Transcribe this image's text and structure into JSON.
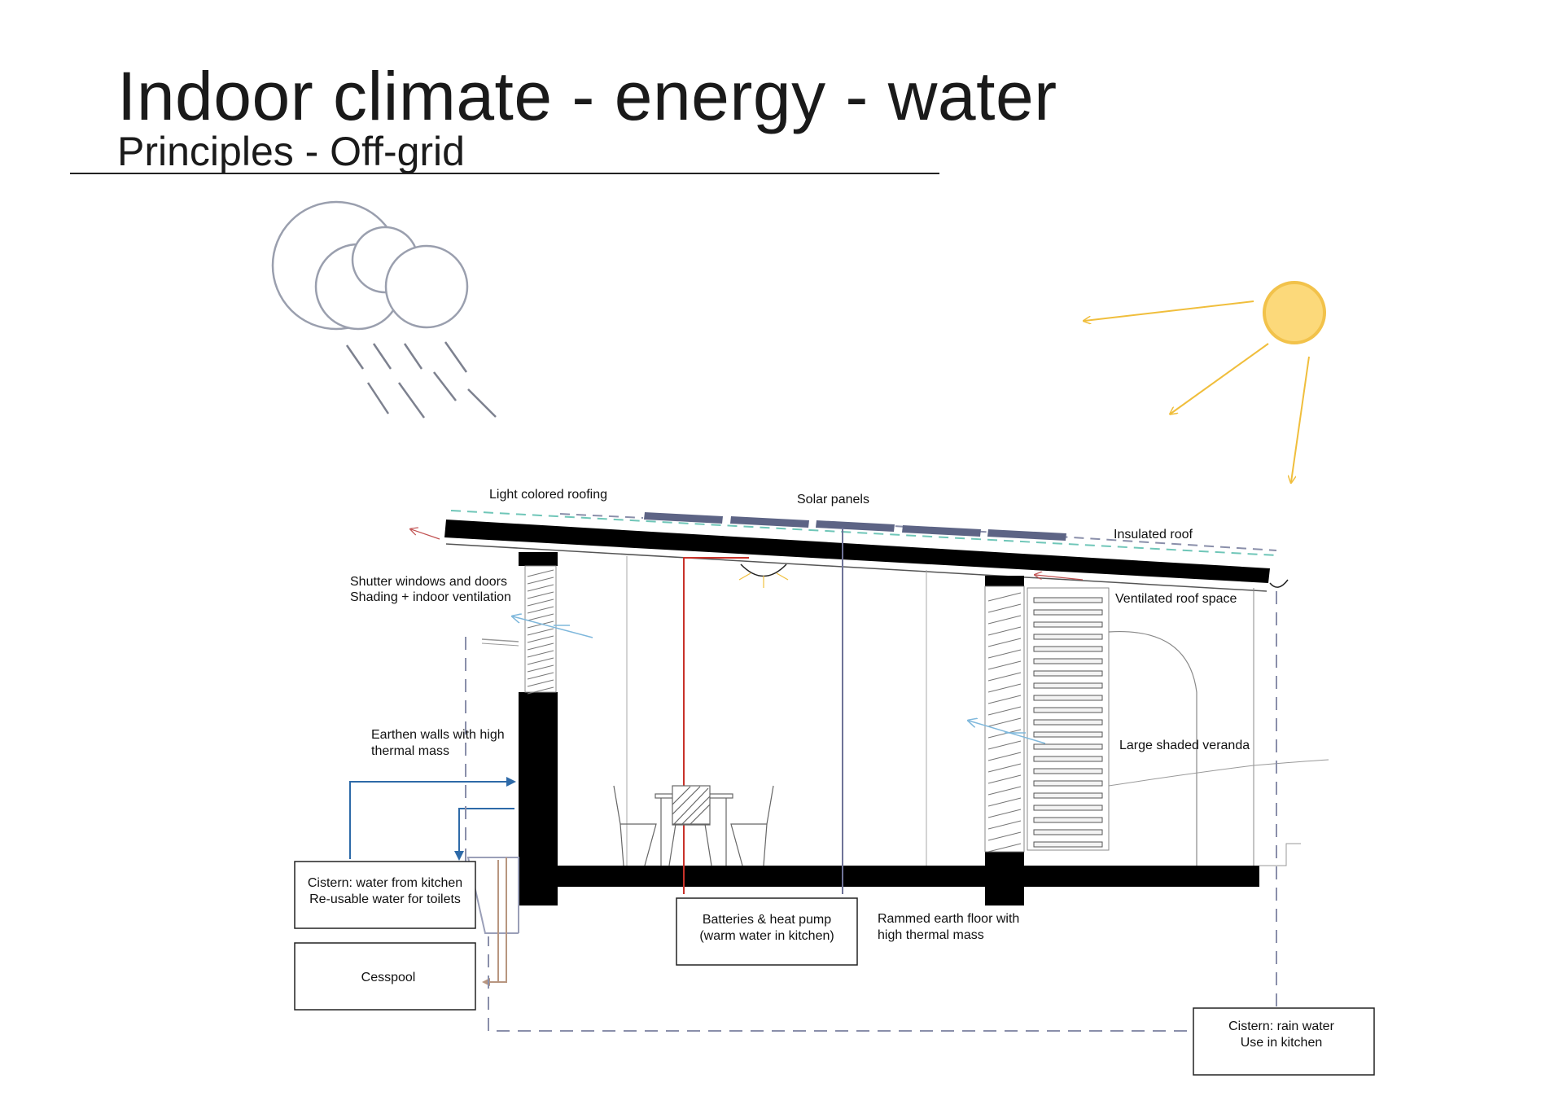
{
  "title": "Indoor climate - energy - water",
  "subtitle": "Principles - Off-grid",
  "labels": {
    "light_roofing": "Light colored roofing",
    "solar_panels": "Solar panels",
    "insulated_roof": "Insulated roof",
    "shutter_line1": "Shutter windows and doors",
    "shutter_line2": "Shading + indoor ventilation",
    "ventilated_roof": "Ventilated roof space",
    "earthen_line1": "Earthen walls with high",
    "earthen_line2": "thermal mass",
    "veranda": "Large shaded veranda",
    "rammed_line1": "Rammed earth floor with",
    "rammed_line2": "high thermal mass"
  },
  "boxes": {
    "cistern_kitchen_line1": "Cistern: water from kitchen",
    "cistern_kitchen_line2": "Re-usable water for toilets",
    "cesspool": "Cesspool",
    "batteries_line1": "Batteries & heat pump",
    "batteries_line2": "(warm water in kitchen)",
    "cistern_rain_line1": "Cistern: rain water",
    "cistern_rain_line2": "Use in kitchen"
  },
  "colors": {
    "sun_fill": "#fcd97a",
    "sun_stroke": "#f2c24a",
    "cloud": "#9a9fae",
    "rain": "#7d818f",
    "solar_panel": "#5d6485",
    "roof_dash_teal": "#6fc6b8",
    "roof_dash_gray": "#8a8faa",
    "hot_pipe": "#c8322a",
    "cold_pipe": "#6f7398",
    "water_blue": "#2e6aa8",
    "air_flow": "#7fb8dc",
    "waste_brown": "#b89680"
  }
}
